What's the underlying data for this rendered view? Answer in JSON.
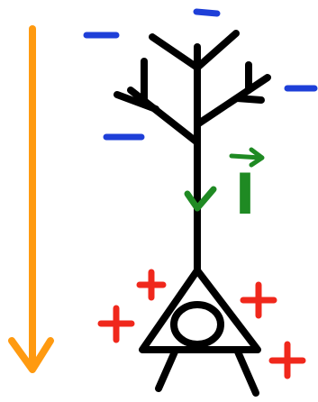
{
  "figure": {
    "current_symbol": "I",
    "colors": {
      "neuron": "#000000",
      "negative_charge": "#1e3fd8",
      "positive_charge": "#f0281c",
      "current": "#1f8a23",
      "side_arrow": "#ff9a10",
      "background": "#ffffff"
    },
    "icons": {
      "neuron": "pyramidal-neuron-icon",
      "negative_charge": "minus-sign-icon",
      "positive_charge": "plus-sign-icon",
      "current_direction": "down-chevron-arrow-icon",
      "side_arrow": "long-down-arrow-icon"
    },
    "negative_charge_count": 4,
    "positive_charge_count": 4
  }
}
